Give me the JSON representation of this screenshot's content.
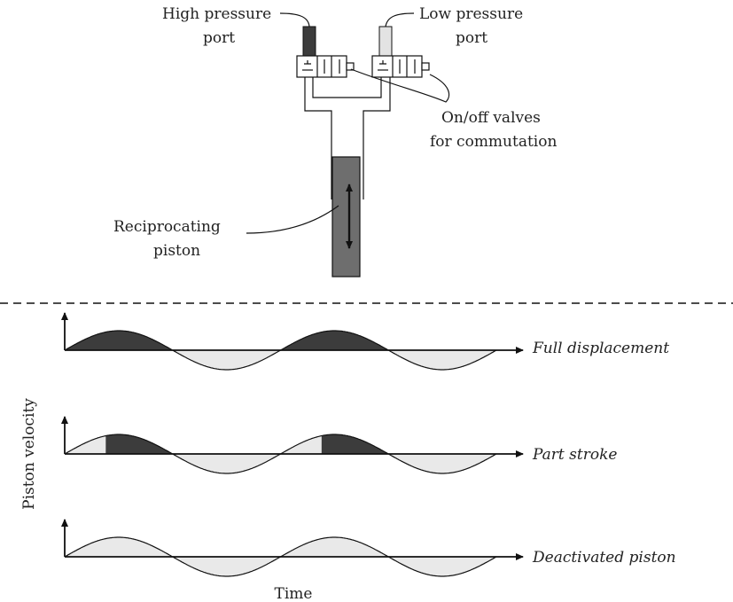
{
  "labels": {
    "high_pressure_line1": "High pressure",
    "high_pressure_line2": "port",
    "low_pressure_line1": "Low pressure",
    "low_pressure_line2": "port",
    "valves_line1": "On/off valves",
    "valves_line2": "for commutation",
    "piston_line1": "Reciprocating",
    "piston_line2": "piston",
    "y_axis": "Piston velocity",
    "x_axis": "Time"
  },
  "plots": [
    {
      "name": "Full displacement",
      "dark_fraction_of_positive_half": 1.0
    },
    {
      "name": "Part stroke",
      "dark_fraction_of_positive_half": 0.62
    },
    {
      "name": "Deactivated piston",
      "dark_fraction_of_positive_half": 0.0
    }
  ],
  "colors": {
    "dark_fill": "#3c3c3c",
    "light_fill": "#e9e9e9",
    "piston_fill": "#6e6e6e",
    "low_port_fill": "#e3e3e3",
    "line": "#111111"
  }
}
